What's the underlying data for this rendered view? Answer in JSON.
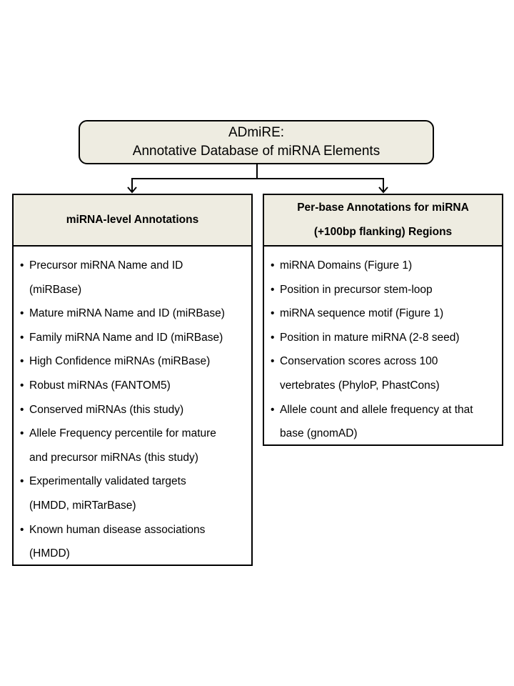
{
  "title": {
    "line1": "ADmiRE:",
    "line2": "Annotative Database of miRNA Elements"
  },
  "left_panel": {
    "header": "miRNA-level Annotations",
    "items": [
      {
        "lines": [
          "Precursor miRNA Name and ID",
          "(miRBase)"
        ]
      },
      {
        "lines": [
          "Mature miRNA Name and ID (miRBase)"
        ]
      },
      {
        "lines": [
          "Family miRNA Name and ID (miRBase)"
        ]
      },
      {
        "lines": [
          "High Confidence miRNAs (miRBase)"
        ]
      },
      {
        "lines": [
          "Robust miRNAs (FANTOM5)"
        ]
      },
      {
        "lines": [
          "Conserved miRNAs (this study)"
        ]
      },
      {
        "lines": [
          "Allele Frequency percentile for mature",
          "and precursor miRNAs (this study)"
        ]
      },
      {
        "lines": [
          "Experimentally validated targets",
          "(HMDD, miRTarBase)"
        ]
      },
      {
        "lines": [
          "Known human disease associations",
          "(HMDD)"
        ]
      }
    ]
  },
  "right_panel": {
    "header_line1": "Per-base Annotations for miRNA",
    "header_line2": "(+100bp flanking) Regions",
    "items": [
      {
        "lines": [
          "miRNA Domains (Figure 1)"
        ]
      },
      {
        "lines": [
          "Position in precursor stem-loop"
        ]
      },
      {
        "lines": [
          "miRNA sequence motif (Figure 1)"
        ]
      },
      {
        "lines": [
          "Position in mature miRNA (2-8 seed)"
        ]
      },
      {
        "lines": [
          "Conservation scores across 100",
          "vertebrates (PhyloP, PhastCons)"
        ]
      },
      {
        "lines": [
          "Allele count and allele frequency at that",
          "base (gnomAD)"
        ]
      }
    ]
  },
  "colors": {
    "box_fill": "#eeece1",
    "border": "#000000"
  }
}
